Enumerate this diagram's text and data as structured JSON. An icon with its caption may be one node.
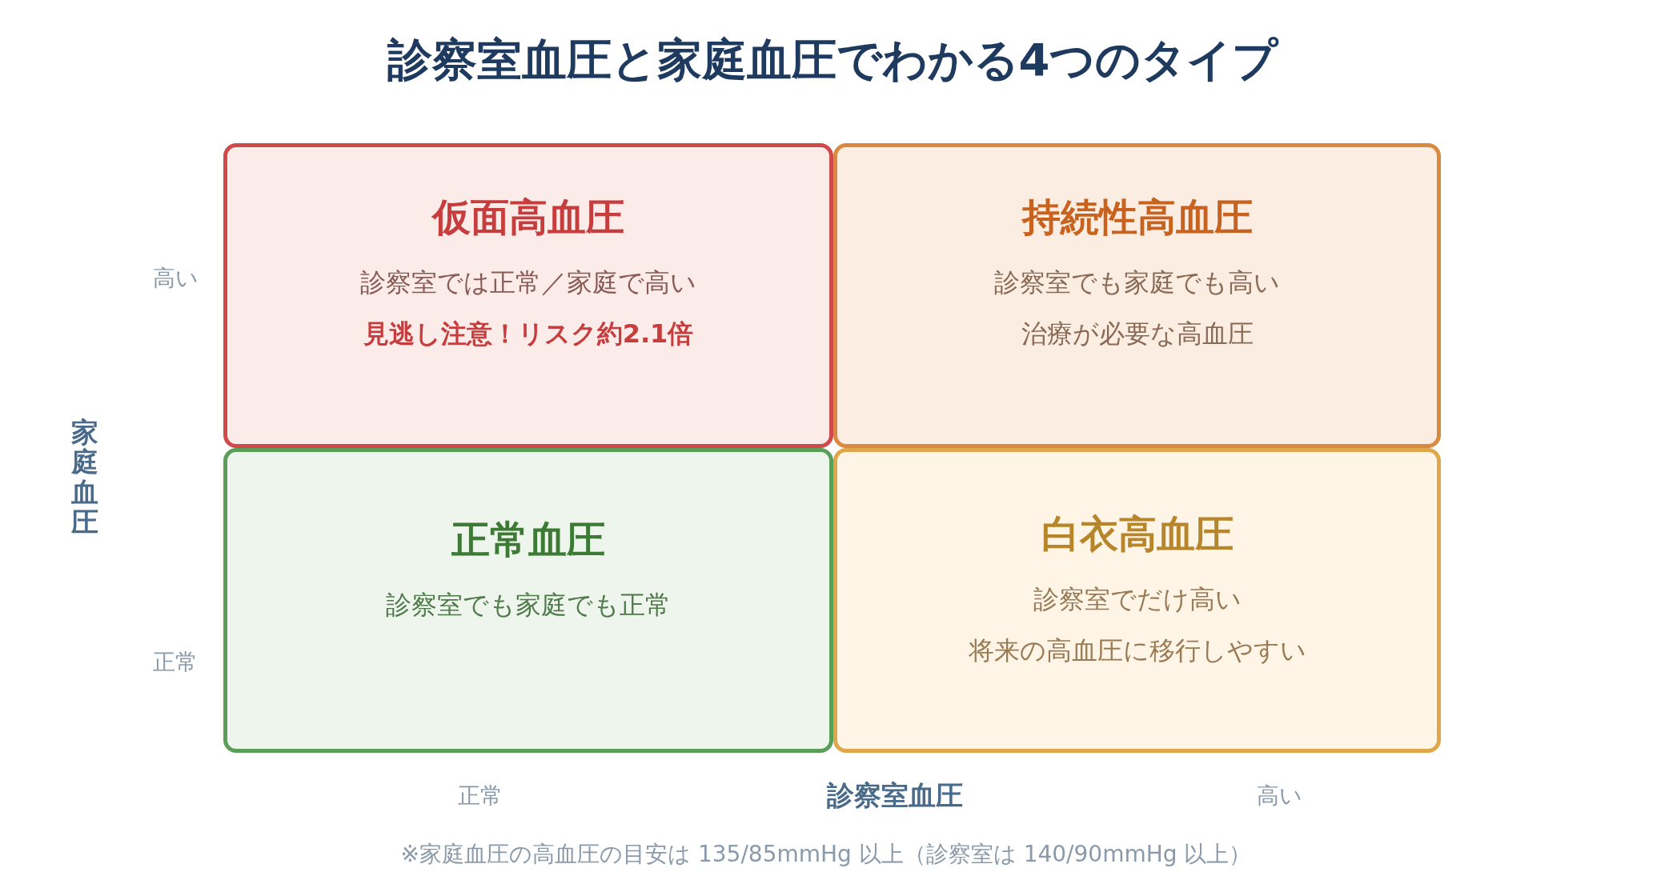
{
  "diagram": {
    "title": "診察室血圧と家庭血圧でわかる4つのタイプ",
    "nodes": [
      {
        "text": [
          "仮面高血圧",
          "診察室では正常／家庭で高い",
          "見逃し注意！リスク約2.1倍"
        ]
      },
      {
        "text": [
          "持続性高血圧",
          "診察室でも家庭でも高い",
          "治療が必要な高血圧"
        ]
      },
      {
        "text": [
          "正常血圧",
          "診察室でも家庭でも正常"
        ]
      },
      {
        "text": [
          "白衣高血圧",
          "診察室でだけ高い",
          "将来の高血圧に移行しやすい"
        ]
      }
    ],
    "labels": [
      "高い",
      "家庭血圧",
      "正常",
      "正常",
      "診察室血圧",
      "高い",
      "※家庭血圧の高血圧の目安は 135/85mmHg 以上（診察室は 140/90mmHg 以上）"
    ]
  }
}
